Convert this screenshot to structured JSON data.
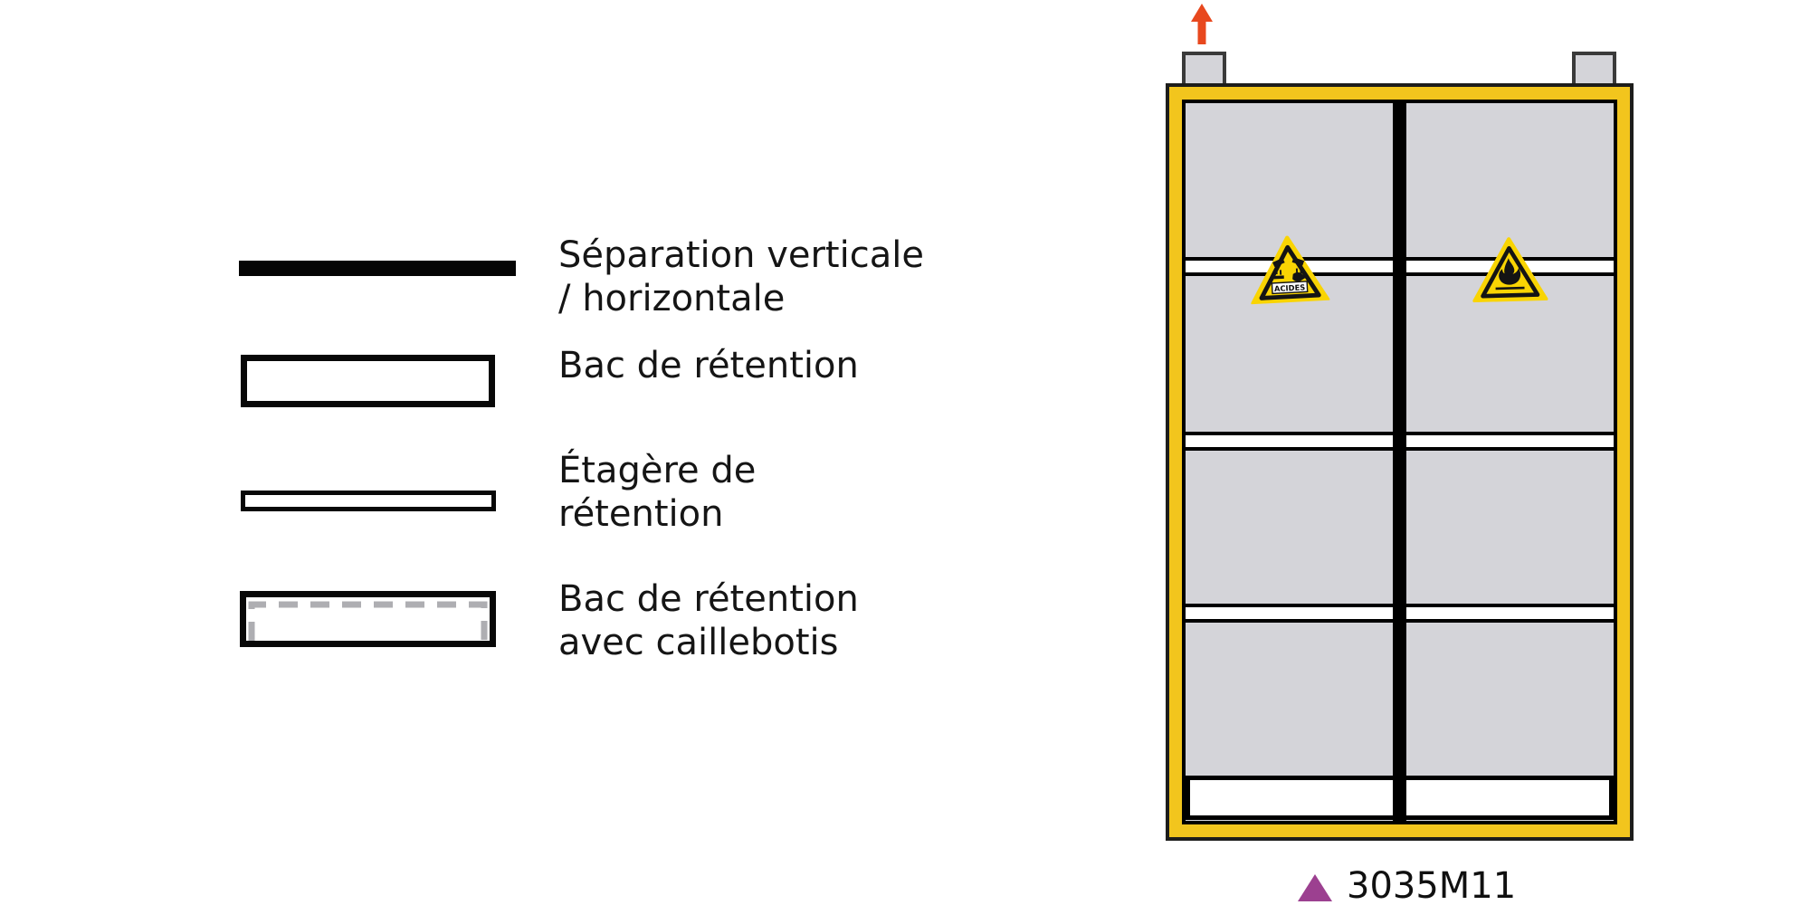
{
  "legend": {
    "items": [
      {
        "id": "separation",
        "label_lines": [
          "Séparation verticale",
          "/ horizontale"
        ]
      },
      {
        "id": "bac",
        "label_lines": [
          "Bac de rétention"
        ]
      },
      {
        "id": "etagere",
        "label_lines": [
          "Étagère de",
          "rétention"
        ]
      },
      {
        "id": "bac_caillebotis",
        "label_lines": [
          "Bac de rétention",
          "avec caillebotis"
        ]
      }
    ]
  },
  "cabinet": {
    "model_label": "3035M11",
    "acids_sign_text": "ACIDES",
    "compartments": 2,
    "shelves_per_compartment": 3,
    "vent_count": 2,
    "colors": {
      "frame_yellow": "#F2C51D",
      "interior_gray": "#D4D4D9",
      "separator_black": "#000000",
      "vent_border_gray": "#3A3A3A",
      "arrow_red": "#E8481E",
      "hazard_yellow": "#F9D403",
      "marker_purple": "#9C4090"
    }
  }
}
